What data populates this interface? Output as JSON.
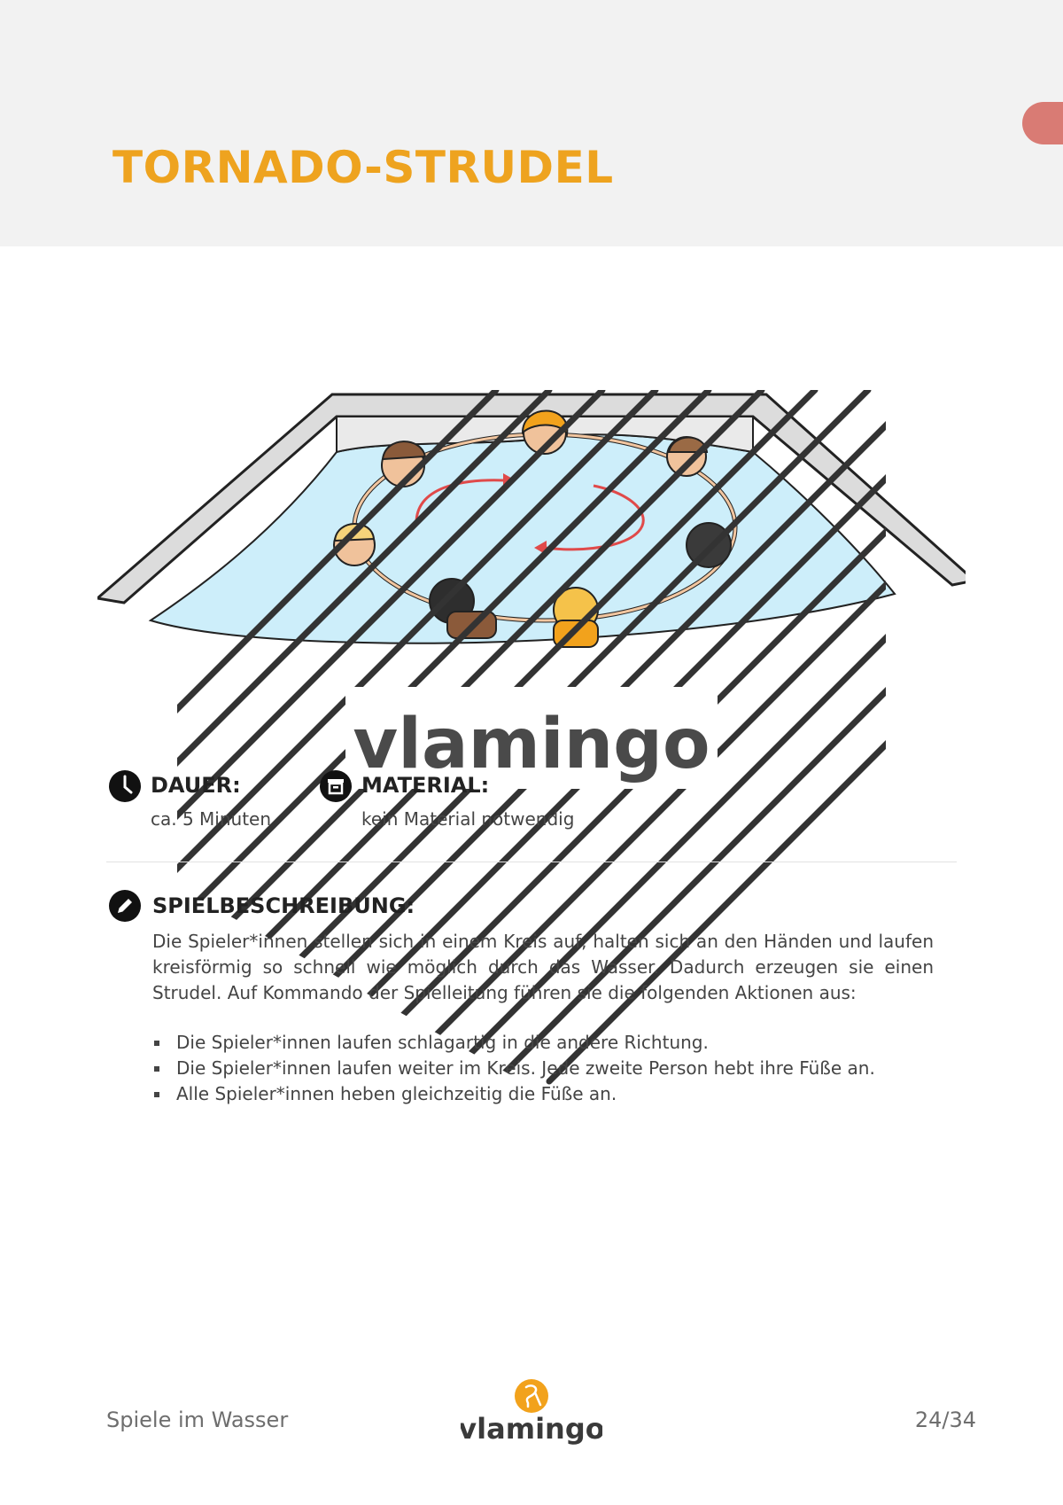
{
  "header": {
    "title": "TORNADO-STRUDEL"
  },
  "watermark": {
    "brand": "vlamingo"
  },
  "info": {
    "duration_heading": "DAUER:",
    "duration_value": "ca. 5 Minuten",
    "material_heading": "MATERIAL:",
    "material_value": "kein Material notwendig"
  },
  "description": {
    "heading": "SPIELBESCHREIBUNG:",
    "text": "Die Spieler*innen stellen sich in einem Kreis auf, halten sich an den Händen und laufen kreisförmig so schnell wie möglich durch das Wasser. Dadurch erzeugen sie einen Strudel. Auf Kommando der Spielleitung führen sie die folgenden Aktionen aus:",
    "bullets": [
      "Die Spieler*innen laufen schlagartig in die andere Richtung.",
      "Die Spieler*innen laufen weiter im Kreis. Jede zweite Person hebt ihre Füße an.",
      "Alle Spieler*innen heben gleichzeitig die Füße an."
    ]
  },
  "footer": {
    "left": "Spiele im Wasser",
    "logo": "vlamingo",
    "page": "24/34"
  },
  "colors": {
    "title": "#eea31f",
    "tab": "#d97b74",
    "water": "#cfeefa"
  },
  "icons": [
    "clock-icon",
    "material-icon",
    "pencil-icon",
    "flamingo-icon"
  ]
}
